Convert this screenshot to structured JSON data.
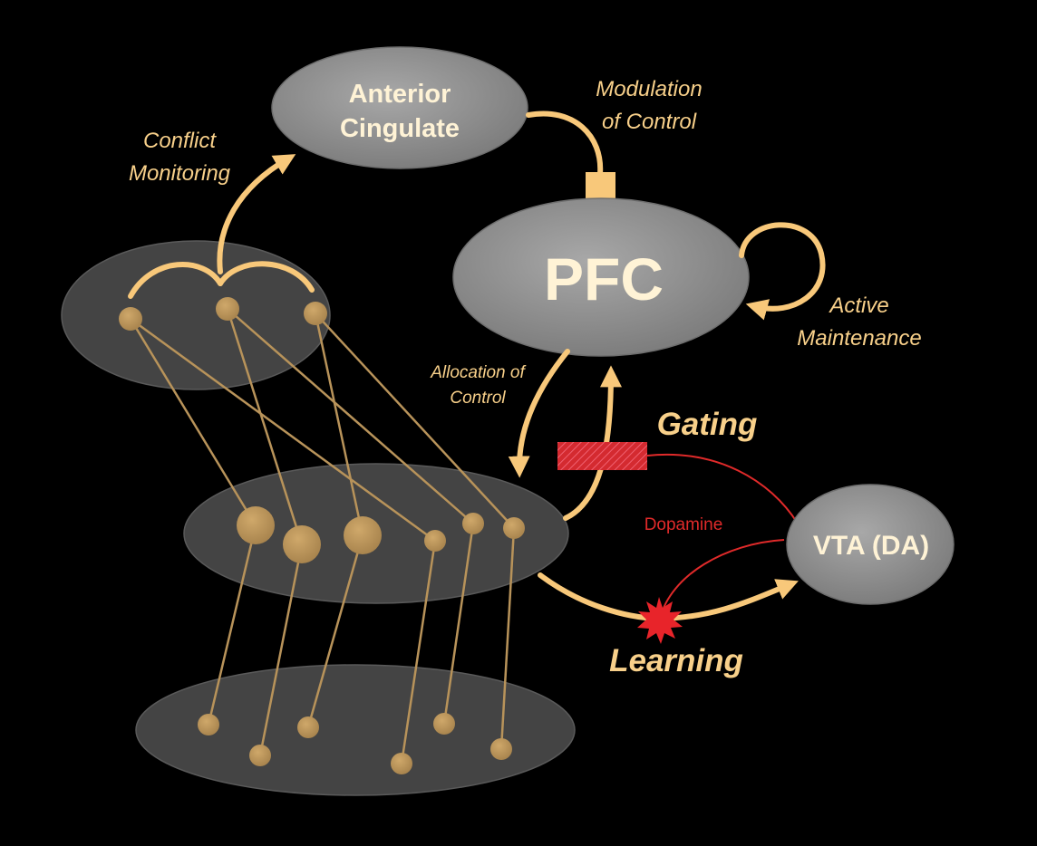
{
  "nodes": {
    "anterior_cingulate": {
      "line1": "Anterior",
      "line2": "Cingulate"
    },
    "pfc": {
      "label": "PFC"
    },
    "vta": {
      "label": "VTA (DA)"
    }
  },
  "labels": {
    "conflict_monitoring": {
      "line1": "Conflict",
      "line2": "Monitoring"
    },
    "modulation_of_control": {
      "line1": "Modulation",
      "line2": "of Control"
    },
    "active_maintenance": {
      "line1": "Active",
      "line2": "Maintenance"
    },
    "allocation_of_control": {
      "line1": "Allocation of",
      "line2": "Control"
    },
    "gating": "Gating",
    "dopamine": "Dopamine",
    "learning": "Learning"
  },
  "colors": {
    "background": "#000000",
    "node_fill": "#8c8c8c",
    "layer_fill": "#444444",
    "arrow": "#f8c87a",
    "unit": "#b8935a",
    "dopamine": "#e02a2a",
    "label": "#f8d08a",
    "node_text": "#fff3d6"
  }
}
